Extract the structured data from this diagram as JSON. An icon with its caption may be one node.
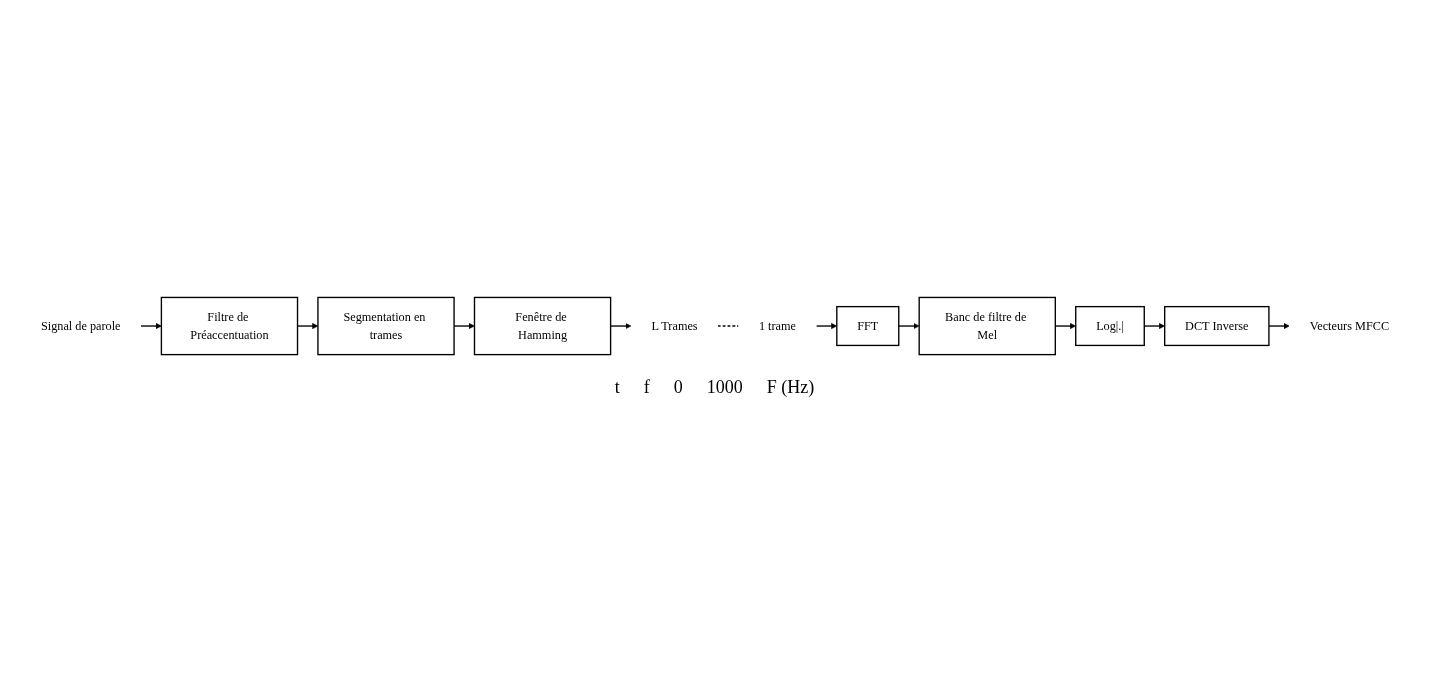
{
  "diagram": {
    "nodes": [
      {
        "text": [
          "Signal de parole"
        ]
      },
      {
        "text": [
          "Filtre de Préaccentuation"
        ]
      },
      {
        "text": [
          "Segmentation en trames"
        ]
      },
      {
        "text": [
          "Fenêtre de Hamming"
        ]
      },
      {
        "text": [
          "L Trames"
        ]
      },
      {
        "text": [
          "1 trame"
        ]
      },
      {
        "text": [
          "FFT"
        ]
      },
      {
        "text": [
          "Banc de filtre de Mel"
        ]
      },
      {
        "text": [
          "Log|.|"
        ]
      },
      {
        "text": [
          "DCT Inverse"
        ]
      },
      {
        "text": [
          "Vecteurs MFCC"
        ]
      }
    ],
    "edges": [
      {
        "from": 0,
        "to": 1,
        "arrow": "to"
      },
      {
        "from": 1,
        "to": 2,
        "arrow": "to"
      },
      {
        "from": 2,
        "to": 3,
        "arrow": "to"
      },
      {
        "from": 3,
        "to": 4,
        "arrow": "to"
      },
      {
        "from": 4,
        "to": 5,
        "arrow": "none",
        "style": "dashed"
      },
      {
        "from": 5,
        "to": 6,
        "arrow": "to"
      },
      {
        "from": 6,
        "to": 7,
        "arrow": "to"
      },
      {
        "from": 7,
        "to": 8,
        "arrow": "to"
      },
      {
        "from": 8,
        "to": 9,
        "arrow": "to"
      },
      {
        "from": 9,
        "to": 10,
        "arrow": "to"
      }
    ],
    "labels": [
      "t",
      "f",
      "0",
      "1000",
      "F (Hz)"
    ]
  }
}
